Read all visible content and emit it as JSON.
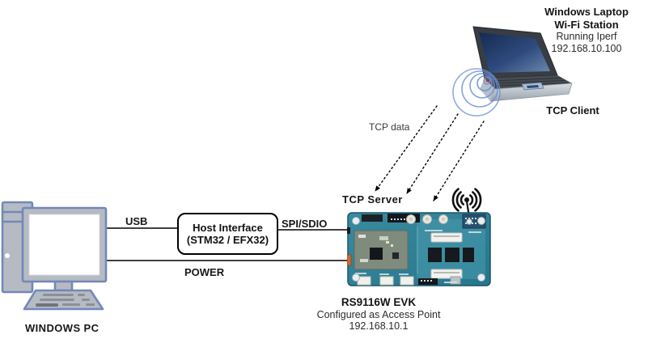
{
  "laptop": {
    "title_line1": "Windows Laptop",
    "title_line2": "Wi-Fi Station",
    "subtitle": "Running Iperf",
    "ip": "192.168.10.100",
    "role_label": "TCP Client"
  },
  "pc": {
    "label": "WINDOWS PC"
  },
  "host_interface": {
    "line1": "Host Interface",
    "line2": "(STM32 / EFX32)"
  },
  "links": {
    "usb_label": "USB",
    "spi_label": "SPI/SDIO",
    "power_label": "POWER",
    "tcp_data_label": "TCP data"
  },
  "board": {
    "role_label": "TCP Server",
    "name": "RS9116W EVK",
    "config": "Configured as Access Point",
    "ip": "192.168.10.1"
  },
  "colors": {
    "pc_fill": "#b6bac3",
    "pc_stroke": "#7288b9",
    "pcb_teal": "#2e8096",
    "wifi_arc_blue": "#6b8fd6",
    "line": "#000000"
  }
}
